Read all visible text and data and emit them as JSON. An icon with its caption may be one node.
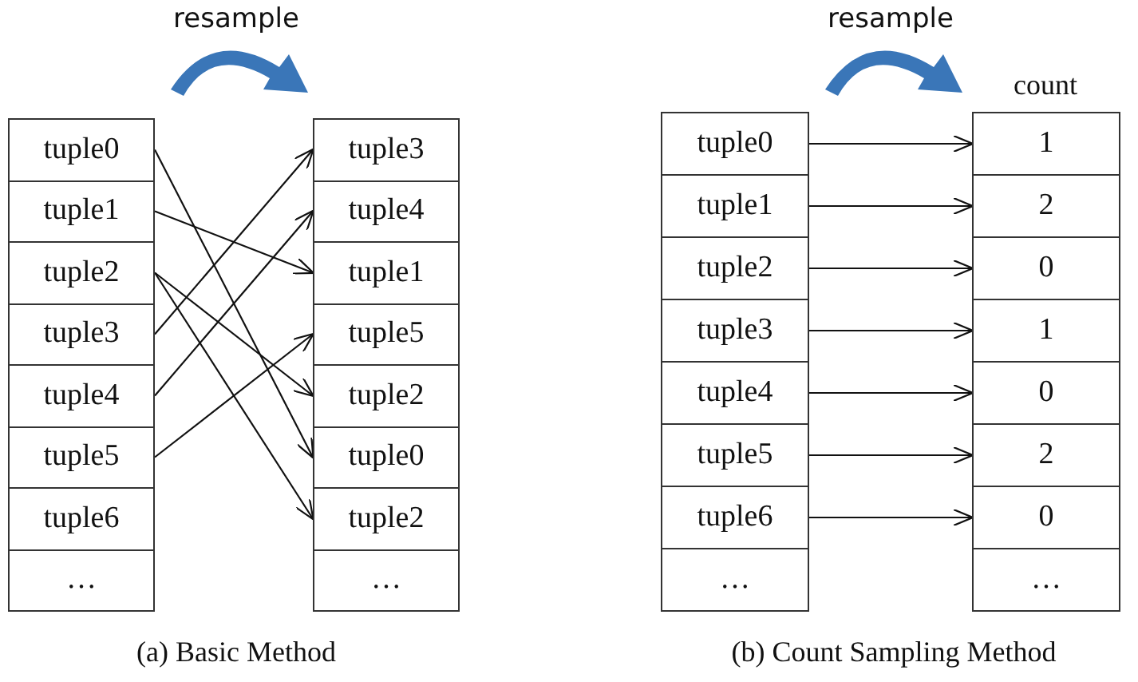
{
  "diagram": {
    "nodes": [
      {
        "text": [
          "tuple0"
        ]
      },
      {
        "text": [
          "tuple1"
        ]
      },
      {
        "text": [
          "tuple2"
        ]
      },
      {
        "text": [
          "tuple3"
        ]
      },
      {
        "text": [
          "tuple4"
        ]
      },
      {
        "text": [
          "tuple5"
        ]
      },
      {
        "text": [
          "tuple6"
        ]
      },
      {
        "text": [
          "…"
        ]
      },
      {
        "text": [
          "tuple3"
        ]
      },
      {
        "text": [
          "tuple4"
        ]
      },
      {
        "text": [
          "tuple1"
        ]
      },
      {
        "text": [
          "tuple5"
        ]
      },
      {
        "text": [
          "tuple2"
        ]
      },
      {
        "text": [
          "tuple0"
        ]
      },
      {
        "text": [
          "tuple2"
        ]
      },
      {
        "text": [
          "…"
        ]
      },
      {
        "text": [
          "tuple0"
        ]
      },
      {
        "text": [
          "tuple1"
        ]
      },
      {
        "text": [
          "tuple2"
        ]
      },
      {
        "text": [
          "tuple3"
        ]
      },
      {
        "text": [
          "tuple4"
        ]
      },
      {
        "text": [
          "tuple5"
        ]
      },
      {
        "text": [
          "tuple6"
        ]
      },
      {
        "text": [
          "…"
        ]
      },
      {
        "text": [
          "1"
        ]
      },
      {
        "text": [
          "2"
        ]
      },
      {
        "text": [
          "0"
        ]
      },
      {
        "text": [
          "1"
        ]
      },
      {
        "text": [
          "0"
        ]
      },
      {
        "text": [
          "2"
        ]
      },
      {
        "text": [
          "0"
        ]
      },
      {
        "text": [
          "…"
        ]
      }
    ],
    "edges": [
      {
        "from": 0,
        "to": 13,
        "arrow": "to"
      },
      {
        "from": 1,
        "to": 10,
        "arrow": "to"
      },
      {
        "from": 2,
        "to": 12,
        "arrow": "to"
      },
      {
        "from": 2,
        "to": 14,
        "arrow": "to"
      },
      {
        "from": 3,
        "to": 8,
        "arrow": "to"
      },
      {
        "from": 4,
        "to": 9,
        "arrow": "to"
      },
      {
        "from": 5,
        "to": 11,
        "arrow": "to"
      },
      {
        "from": 16,
        "to": 24,
        "arrow": "to"
      },
      {
        "from": 17,
        "to": 25,
        "arrow": "to"
      },
      {
        "from": 18,
        "to": 26,
        "arrow": "to"
      },
      {
        "from": 19,
        "to": 27,
        "arrow": "to"
      },
      {
        "from": 20,
        "to": 28,
        "arrow": "to"
      },
      {
        "from": 21,
        "to": 29,
        "arrow": "to"
      },
      {
        "from": 22,
        "to": 30,
        "arrow": "to"
      }
    ],
    "labels": [
      "resample",
      "resample",
      "count",
      "(a) Basic Method",
      "(b) Count Sampling Method"
    ]
  }
}
